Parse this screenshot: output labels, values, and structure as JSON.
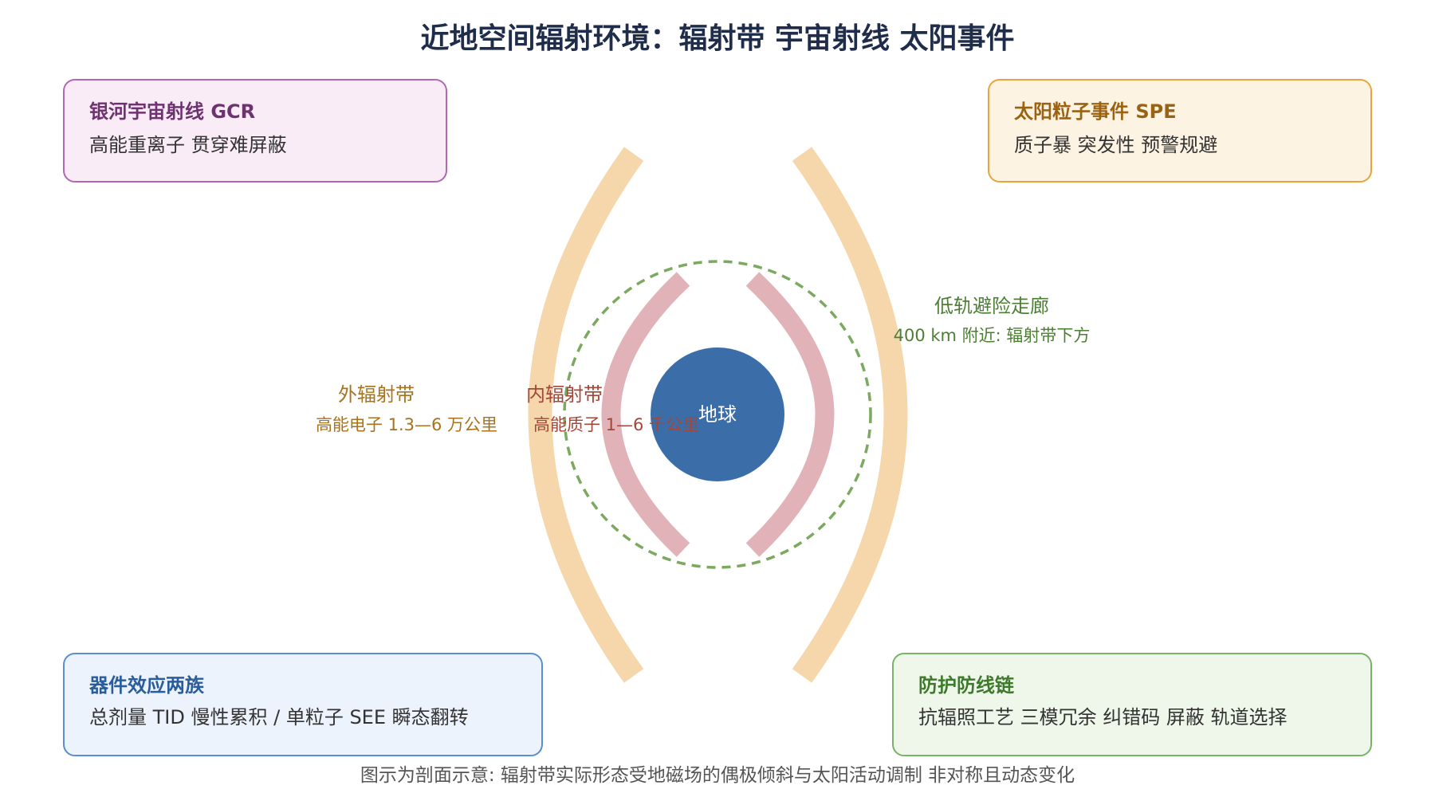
{
  "title": "近地空间辐射环境：辐射带 宇宙射线 太阳事件",
  "cards": {
    "gcr": {
      "title": "银河宇宙射线 GCR",
      "body": "高能重离子 贯穿难屏蔽",
      "title_color": "#6e3270",
      "border_color": "#b068b2",
      "fill_color": "#f9ecf6"
    },
    "spe": {
      "title": "太阳粒子事件 SPE",
      "body": "质子暴 突发性 预警规避",
      "title_color": "#9a6312",
      "border_color": "#e8a43a",
      "fill_color": "#fdf3e2"
    },
    "effects": {
      "title": "器件效应两族",
      "body": "总剂量 TID 慢性累积 / 单粒子 SEE 瞬态翻转",
      "title_color": "#2a5d9c",
      "border_color": "#5a8ecf",
      "fill_color": "#edf3fc"
    },
    "protection": {
      "title": "防护防线链",
      "body": "抗辐照工艺 三模冗余 纠错码 屏蔽 轨道选择",
      "title_color": "#3e7a2c",
      "border_color": "#79b36a",
      "fill_color": "#eef7ea"
    }
  },
  "belts": {
    "outer": {
      "name": "外辐射带",
      "desc": "高能电子 1.3—6 万公里",
      "color": "#f5d7ab",
      "text_color": "#a8731c"
    },
    "inner": {
      "name": "内辐射带",
      "desc": "高能质子 1—6 千公里",
      "color": "#e1b3b8",
      "text_color": "#a2473a"
    }
  },
  "leo": {
    "name": "低轨避险走廊",
    "desc": "400 km 附近: 辐射带下方",
    "color": "#7aa95f",
    "text_color": "#4c7f33"
  },
  "earth": {
    "label": "地球",
    "color": "#3b6ea8"
  },
  "footnote": "图示为剖面示意: 辐射带实际形态受地磁场的偶极倾斜与太阳活动调制 非对称且动态变化"
}
